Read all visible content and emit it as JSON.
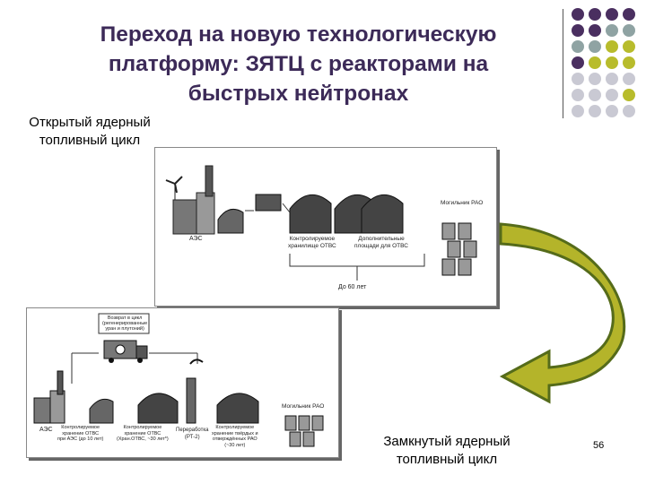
{
  "slide": {
    "title_lines": [
      "Переход на новую технологическую",
      "платформу:  ЗЯТЦ с реакторами на",
      "быстрых нейтронах"
    ],
    "open_cycle_label_lines": [
      "Открытый ядерный",
      "топливный цикл"
    ],
    "closed_cycle_label_lines": [
      "Замкнутый ядерный",
      "топливный цикл"
    ],
    "page_number": "56"
  },
  "open_cycle_diagram": {
    "npp_label": "АЭС",
    "storage_label_lines": [
      "Контролируемое",
      "хранилище ОТВС"
    ],
    "extra_storage_label_lines": [
      "Дополнительные",
      "площади для ОТВС"
    ],
    "repository_label": "Могильник РАО",
    "duration_label": "До 60 лет"
  },
  "closed_cycle_diagram": {
    "return_label_lines": [
      "Возврат в цикл",
      "(регенерированные",
      "уран и плутоний)"
    ],
    "npp_label": "АЭС",
    "npp_storage_label_lines": [
      "Контролируемое",
      "хранение ОТВС",
      "при АЭС (до 10 лет)"
    ],
    "storage_label_lines": [
      "Контролируемое",
      "хранение ОТВС",
      "(Хран.ОТВС, ~30 лет*)"
    ],
    "reprocessing_label_lines": [
      "Переработка",
      "(РТ-2)"
    ],
    "waste_storage_label_lines": [
      "Контролируемое",
      "хранение твёрдых и",
      "отверждённых РАО",
      "(~30 лет)"
    ],
    "repository_label": "Могильник РАО"
  },
  "colors": {
    "title": "#3c2a58",
    "purple": "#4a2f60",
    "teal_gray": "#8fa3a3",
    "olive": "#b8bc2c",
    "light_gray": "#c9c9d3",
    "arrow_fill": "#b4b42a",
    "arrow_stroke": "#556b1a"
  },
  "icons": [
    "cooling-tower-icon",
    "wind-turbine-icon",
    "storage-hangar-icon",
    "waste-barrel-icon",
    "truck-icon",
    "radiation-icon"
  ]
}
